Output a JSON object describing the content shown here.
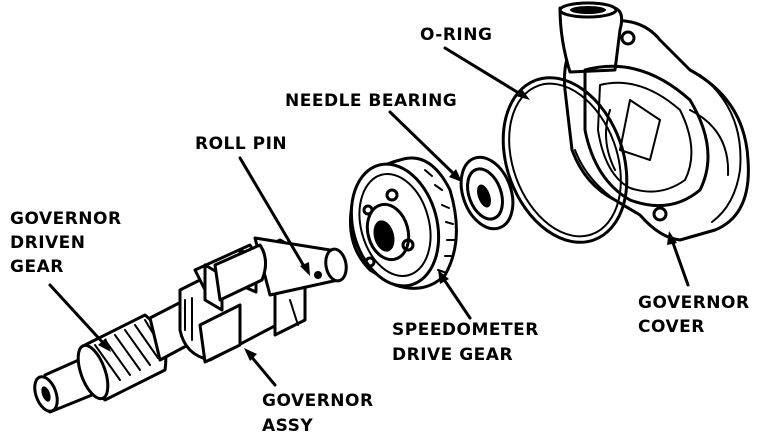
{
  "labels": {
    "o_ring": "O-RING",
    "needle_bearing": "NEEDLE BEARING",
    "roll_pin": "ROLL PIN",
    "governor_driven_gear": [
      "GOVERNOR",
      "DRIVEN",
      "GEAR"
    ],
    "speedometer_drive_gear": [
      "SPEEDOMETER",
      "DRIVE GEAR"
    ],
    "governor_cover": [
      "GOVERNOR",
      "COVER"
    ],
    "governor_assy": [
      "GOVERNOR",
      "ASSY"
    ]
  },
  "colors": {
    "ink": "#000000",
    "paper": "#ffffff"
  }
}
